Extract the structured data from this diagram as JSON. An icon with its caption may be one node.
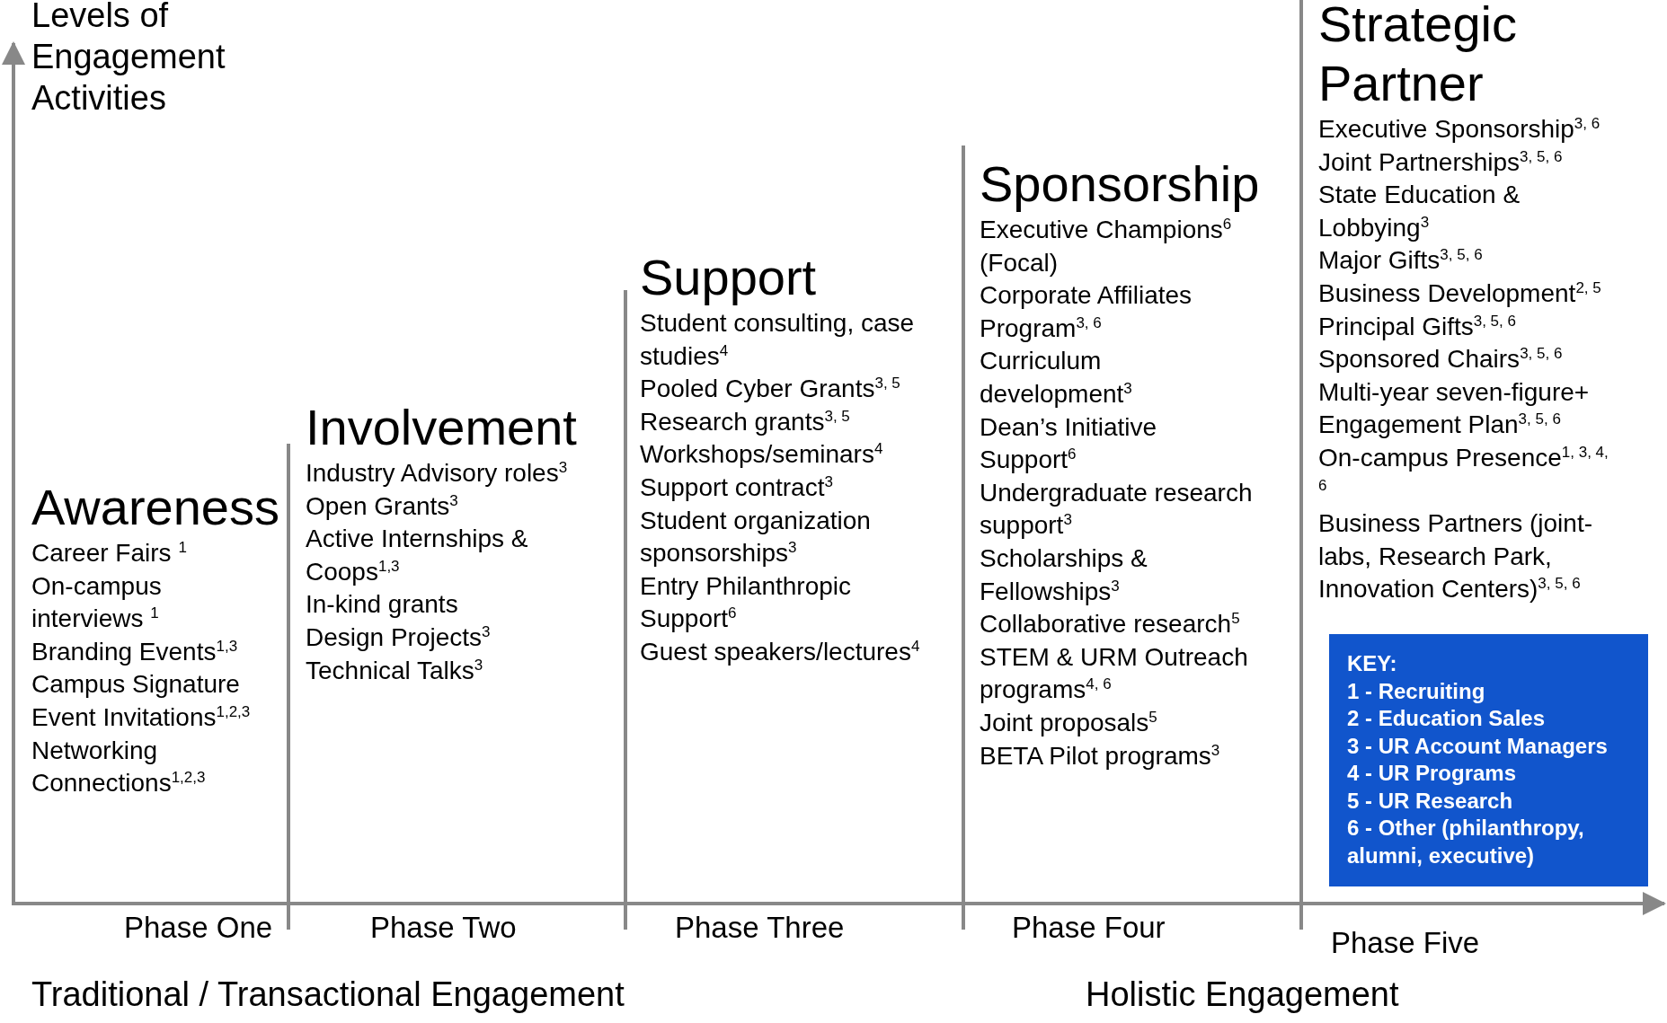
{
  "diagram": {
    "nodes": [
      {
        "text": [
          "KEY:",
          "1 - Recruiting",
          "2 - Education Sales",
          "3 - UR Account Managers",
          "4 - UR Programs",
          "5 - UR Research",
          "6 - Other (philanthropy, alumni, executive)"
        ]
      }
    ],
    "labels": [
      "Levels of Engagement Activities",
      "Awareness",
      "Career Fairs $^{1}$",
      "On-campus interviews $^{1}$",
      "Branding Events$^{1,3}$",
      "Campus Signature Event Invitations$^{1,2,3}$",
      "Networking Connections$^{1,2,3}$",
      "Involvement",
      "Industry Advisory roles$^{3}$",
      "Open Grants$^{3}$",
      "Active Internships & Coops$^{1,3}$",
      "In-kind grants",
      "Design Projects$^{3}$",
      "Technical Talks$^{3}$",
      "Support",
      "Student consulting, case studies$^{4}$",
      "Pooled Cyber Grants$^{3, 5}$",
      "Research grants$^{3, 5}$",
      "Workshops/seminars$^{4}$",
      "Support contract$^{3}$",
      "Student organization sponsorships$^{3}$",
      "Entry Philanthropic Support$^{6}$",
      "Guest speakers/lectures$^{4}$",
      "Sponsorship",
      "Executive Champions$^{6}$ (Focal)",
      "Corporate Affiliates Program$^{3, 6}$",
      "Curriculum development$^{3}$",
      "Dean’s Initiative Support$^{6}$",
      "Undergraduate research support$^{3}$",
      "Scholarships & Fellowships$^{3}$",
      "Collaborative research$^{5}$",
      "STEM & URM Outreach programs$^{4, 6}$",
      "Joint proposals$^{5}$",
      "BETA Pilot programs$^{3}$",
      "Strategic Partner",
      "Executive Sponsorship$^{3, 6}$",
      "Joint Partnerships$^{3, 5, 6}$",
      "State Education & Lobbying$^{3}$",
      "Major Gifts$^{3, 5, 6}$",
      "Business Development$^{2, 5}$",
      "Principal Gifts$^{3, 5, 6}$",
      "Sponsored Chairs$^{3, 5, 6}$",
      "Multi-year seven-figure+ Engagement Plan$^{3, 5, 6}$",
      "On-campus Presence$^{1, 3, 4, 6}$",
      "Business Partners (joint-labs, Research Park, Innovation Centers)$^{3, 5, 6}$",
      "Phase One",
      "Phase Two",
      "Phase Three",
      "Phase Four",
      "Phase Five",
      "Traditional / Transactional Engagement",
      "Holistic Engagement"
    ]
  }
}
